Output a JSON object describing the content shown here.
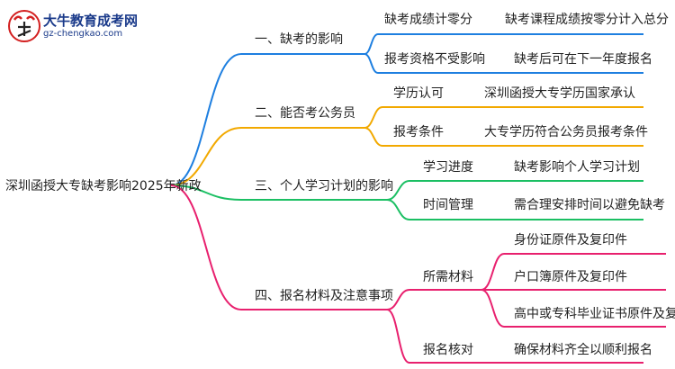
{
  "logo": {
    "title": "大牛教育成考网",
    "url": "gz-chengkao.com",
    "mark_text": "大牛"
  },
  "root": "深圳函授大专缺考影响2025年新政",
  "colors": {
    "blue": "#1e7fe0",
    "orange": "#f2a900",
    "green": "#1bbf63",
    "pink": "#e8206e"
  },
  "branches": [
    {
      "label": "一、缺考的影响",
      "color": "blue",
      "children": [
        {
          "label": "缺考成绩计零分",
          "leaves": [
            "缺考课程成绩按零分计入总分"
          ]
        },
        {
          "label": "报考资格不受影响",
          "leaves": [
            "缺考后可在下一年度报名"
          ]
        }
      ]
    },
    {
      "label": "二、能否考公务员",
      "color": "orange",
      "children": [
        {
          "label": "学历认可",
          "leaves": [
            "深圳函授大专学历国家承认"
          ]
        },
        {
          "label": "报考条件",
          "leaves": [
            "大专学历符合公务员报考条件"
          ]
        }
      ]
    },
    {
      "label": "三、个人学习计划的影响",
      "color": "green",
      "children": [
        {
          "label": "学习进度",
          "leaves": [
            "缺考影响个人学习计划"
          ]
        },
        {
          "label": "时间管理",
          "leaves": [
            "需合理安排时间以避免缺考"
          ]
        }
      ]
    },
    {
      "label": "四、报名材料及注意事项",
      "color": "pink",
      "children": [
        {
          "label": "所需材料",
          "leaves": [
            "身份证原件及复印件",
            "户口簿原件及复印件",
            "高中或专科毕业证书原件及复印件"
          ]
        },
        {
          "label": "报名核对",
          "leaves": [
            "确保材料齐全以顺利报名"
          ]
        }
      ]
    }
  ]
}
